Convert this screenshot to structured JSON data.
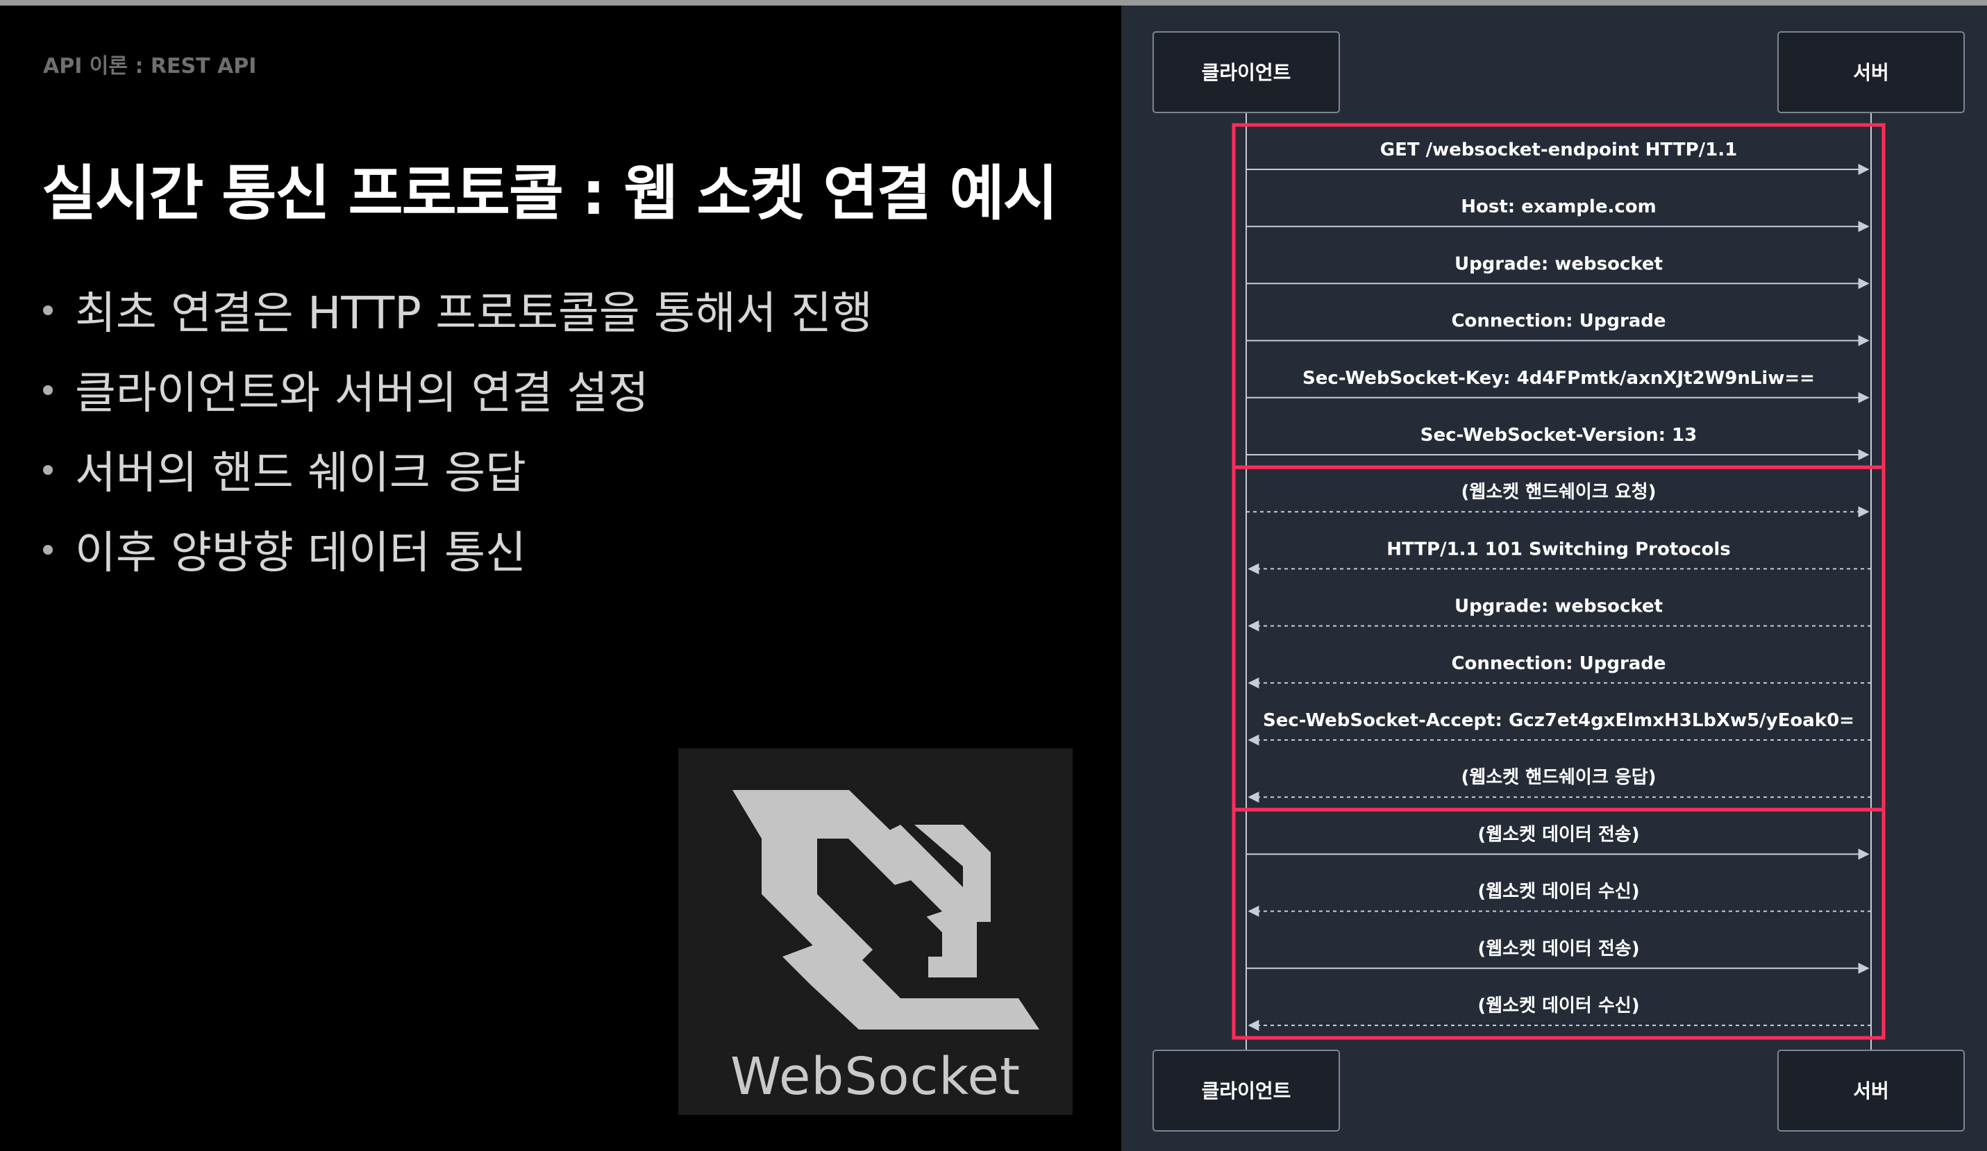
{
  "breadcrumb": "API 이론 : REST API",
  "title": "실시간 통신 프로토콜 : 웹 소켓 연결 예시",
  "bullets": [
    "최초 연결은 HTTP 프로토콜을 통해서 진행",
    "클라이언트와 서버의 연결 설정",
    "서버의 핸드 쉐이크 응답",
    "이후 양방향 데이터 통신"
  ],
  "logo": {
    "text": "WebSocket",
    "icon": "websocket-logo-icon"
  },
  "diagram": {
    "participants": {
      "client": "클라이언트",
      "server": "서버"
    },
    "messages": [
      {
        "text": "GET /websocket-endpoint HTTP/1.1",
        "direction": "to-server",
        "style": "solid"
      },
      {
        "text": "Host: example.com",
        "direction": "to-server",
        "style": "solid"
      },
      {
        "text": "Upgrade: websocket",
        "direction": "to-server",
        "style": "solid"
      },
      {
        "text": "Connection: Upgrade",
        "direction": "to-server",
        "style": "solid"
      },
      {
        "text": "Sec-WebSocket-Key: 4d4FPmtk/axnXJt2W9nLiw==",
        "direction": "to-server",
        "style": "solid"
      },
      {
        "text": "Sec-WebSocket-Version: 13",
        "direction": "to-server",
        "style": "solid"
      },
      {
        "text": "(웹소켓 핸드쉐이크 요청)",
        "direction": "to-server",
        "style": "dashed"
      },
      {
        "text": "HTTP/1.1 101 Switching Protocols",
        "direction": "to-client",
        "style": "dashed"
      },
      {
        "text": "Upgrade: websocket",
        "direction": "to-client",
        "style": "dashed"
      },
      {
        "text": "Connection: Upgrade",
        "direction": "to-client",
        "style": "dashed"
      },
      {
        "text": "Sec-WebSocket-Accept: Gcz7et4gxElmxH3LbXw5/yEoak0=",
        "direction": "to-client",
        "style": "dashed"
      },
      {
        "text": "(웹소켓 핸드쉐이크 응답)",
        "direction": "to-client",
        "style": "dashed"
      },
      {
        "text": "(웹소켓 데이터 전송)",
        "direction": "to-server",
        "style": "solid"
      },
      {
        "text": "(웹소켓 데이터 수신)",
        "direction": "to-client",
        "style": "dashed"
      },
      {
        "text": "(웹소켓 데이터 전송)",
        "direction": "to-server",
        "style": "solid"
      },
      {
        "text": "(웹소켓 데이터 수신)",
        "direction": "to-client",
        "style": "dashed"
      }
    ],
    "highlight_groups": [
      {
        "first": 0,
        "last": 5
      },
      {
        "first": 6,
        "last": 11
      },
      {
        "first": 12,
        "last": 15
      }
    ],
    "colors": {
      "background": "#262c37",
      "line": "#c8cdd6",
      "text": "#ffffff",
      "box_fill": "#1c2029",
      "box_border": "#7c8594",
      "highlight": "#ff2d5a"
    }
  }
}
